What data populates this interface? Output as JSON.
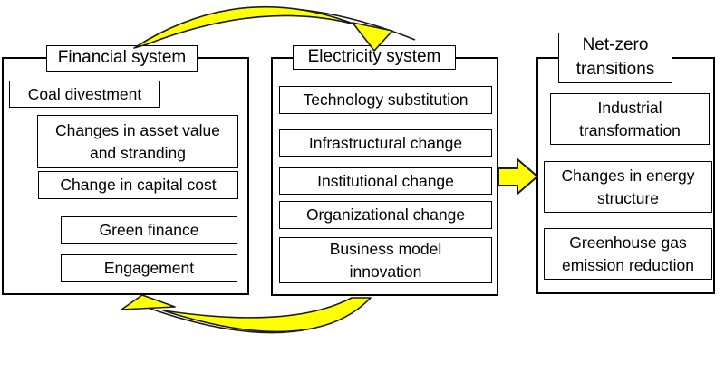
{
  "diagram": {
    "columns": [
      {
        "id": "financial",
        "title": "Financial system",
        "items": [
          "Coal divestment",
          "Changes in asset value and stranding",
          "Change in capital cost",
          "Green finance",
          "Engagement"
        ]
      },
      {
        "id": "electricity",
        "title": "Electricity system",
        "items": [
          "Technology substitution",
          "Infrastructural change",
          "Institutional change",
          "Organizational change",
          "Business model innovation"
        ]
      },
      {
        "id": "netzero",
        "title": "Net-zero transitions",
        "items": [
          "Industrial transformation",
          "Changes in energy structure",
          "Greenhouse gas emission reduction"
        ]
      }
    ],
    "arrows": [
      {
        "name": "financial-to-electricity",
        "style": "curved",
        "from": "Financial system",
        "to": "Electricity system"
      },
      {
        "name": "electricity-to-financial",
        "style": "curved",
        "from": "Electricity system",
        "to": "Financial system"
      },
      {
        "name": "electricity-to-netzero",
        "style": "block",
        "from": "Electricity system",
        "to": "Net-zero transitions"
      }
    ],
    "colors": {
      "arrow_fill": "#ffff00",
      "arrow_outline": "#1a1a1a",
      "box_border": "#000000",
      "box_fill": "#ffffff",
      "background": "#ffffff",
      "text": "#000000"
    }
  }
}
